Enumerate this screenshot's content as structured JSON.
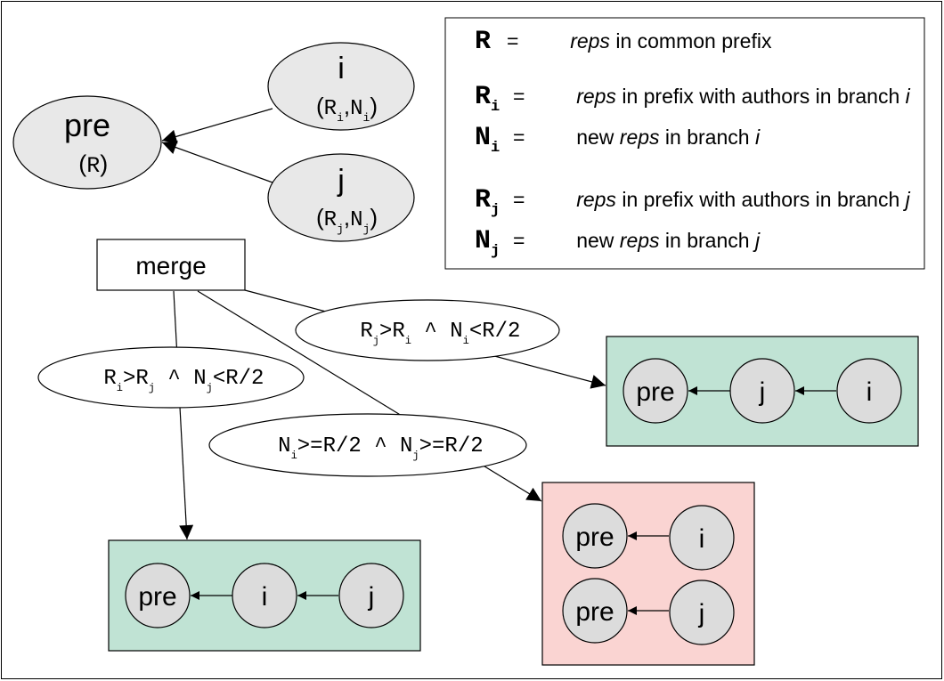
{
  "top_graph": {
    "pre": {
      "title": "pre",
      "sub_open": "(",
      "sub_var": "R",
      "sub_close": ")"
    },
    "i": {
      "title": "i",
      "r": "R",
      "r_sub": "i",
      "comma": ",",
      "n": "N",
      "n_sub": "i"
    },
    "j": {
      "title": "j",
      "r": "R",
      "r_sub": "j",
      "comma": ",",
      "n": "N",
      "n_sub": "j"
    },
    "paren_open": "(",
    "paren_close": ")"
  },
  "legend": {
    "eq": "=",
    "reps": "reps",
    "rows": [
      {
        "sym": "R",
        "sub": "",
        "before": "",
        "mid": " in common prefix",
        "ital_end": ""
      },
      {
        "sym": "R",
        "sub": "i",
        "before": "",
        "mid": " in prefix with authors in branch ",
        "ital_end": "i"
      },
      {
        "sym": "N",
        "sub": "i",
        "before": "new ",
        "mid": " in branch ",
        "ital_end": "i"
      },
      {
        "sym": "R",
        "sub": "j",
        "before": "",
        "mid": " in prefix with authors in branch ",
        "ital_end": "j"
      },
      {
        "sym": "N",
        "sub": "j",
        "before": "new ",
        "mid": " in branch ",
        "ital_end": "j"
      }
    ]
  },
  "merge": {
    "label": "merge"
  },
  "conditions": {
    "c1": {
      "a": "R",
      "a_sub": "j",
      "op1": ">",
      "b": "R",
      "b_sub": "i",
      "op2": " ^ ",
      "c": "N",
      "c_sub": "i",
      "rest": "<R/2"
    },
    "c2": {
      "a": "R",
      "a_sub": "i",
      "op1": ">",
      "b": "R",
      "b_sub": "j",
      "op2": " ^ ",
      "c": "N",
      "c_sub": "j",
      "rest": "<R/2"
    },
    "c3": {
      "a": "N",
      "a_sub": "i",
      "op1": ">=R/2",
      "op2": " ^ ",
      "c": "N",
      "c_sub": "j",
      "rest": ">=R/2"
    }
  },
  "outcomes": {
    "right_green": [
      "pre",
      "j",
      "i"
    ],
    "bottom_green": [
      "pre",
      "i",
      "j"
    ],
    "conflict_top": [
      "pre",
      "i"
    ],
    "conflict_bottom": [
      "pre",
      "j"
    ]
  },
  "colors": {
    "green_box": "#c0e3d4",
    "red_box": "#fad4d2",
    "node_fill": "#e8e8e8",
    "circle_fill": "#dcdcdc"
  }
}
